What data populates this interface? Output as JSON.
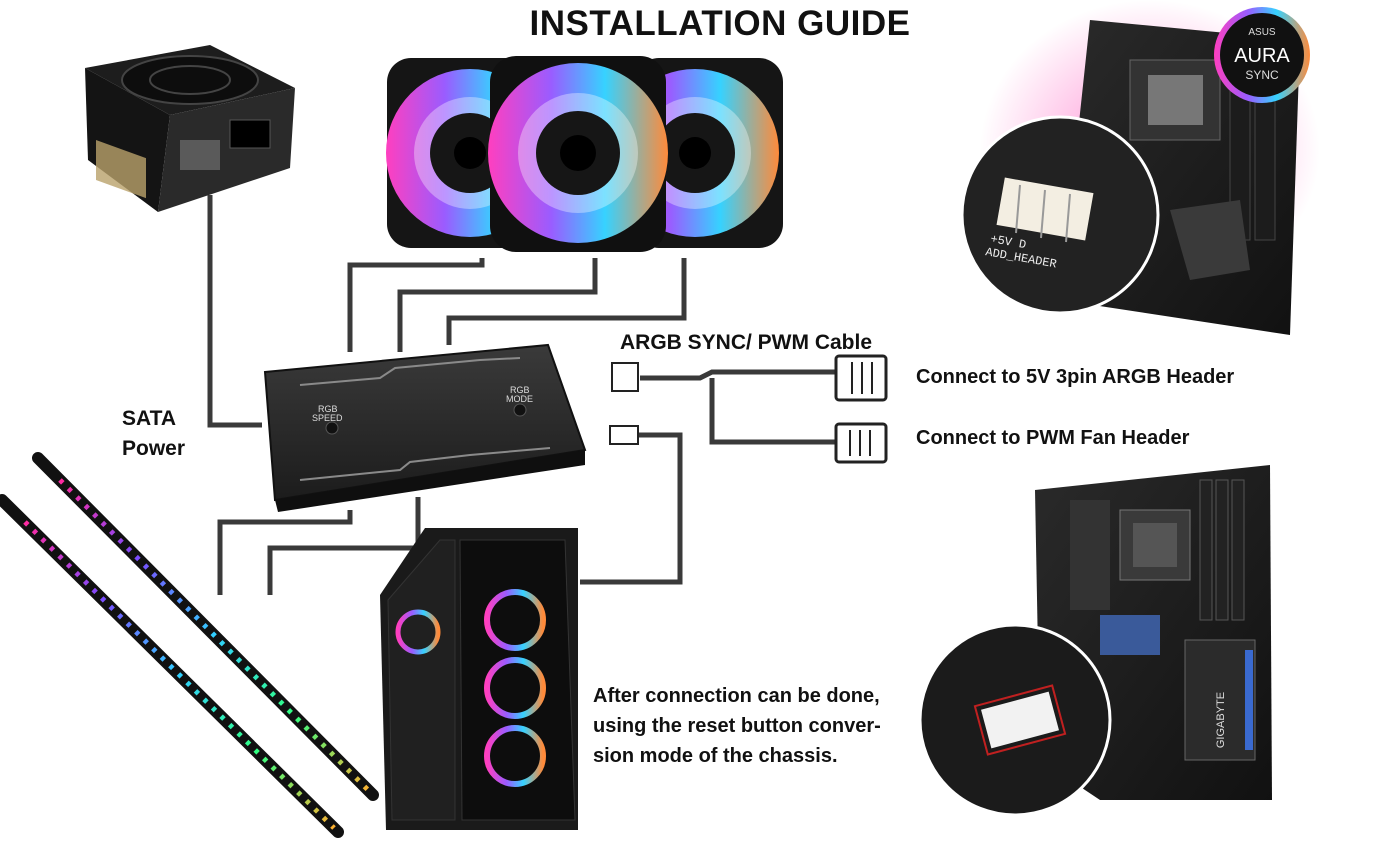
{
  "title": "INSTALLATION GUIDE",
  "labels": {
    "sata_line1": "SATA",
    "sata_line2": "Power",
    "cable": "ARGB SYNC/ PWM Cable",
    "argb_header": "Connect to 5V 3pin ARGB Header",
    "pwm_header": "Connect to PWM Fan Header",
    "after_line1": "After connection can be done,",
    "after_line2": "using the reset button conver-",
    "after_line3": "sion mode of the chassis."
  },
  "hub": {
    "speed_line1": "RGB",
    "speed_line2": "SPEED",
    "mode_line1": "RGB",
    "mode_line2": "MODE"
  },
  "aura_badge": {
    "brand": "ASUS",
    "line1": "AURA",
    "line2": "SYNC"
  },
  "motherboard_top": {
    "header_label_1": "+5V  D",
    "header_label_2": "ADD_HEADER"
  },
  "motherboard_bottom": {
    "brand": "GIGABYTE"
  },
  "colors": {
    "cable": "#3a3a3a",
    "hub": "#2a2a2a",
    "text": "#111111"
  }
}
